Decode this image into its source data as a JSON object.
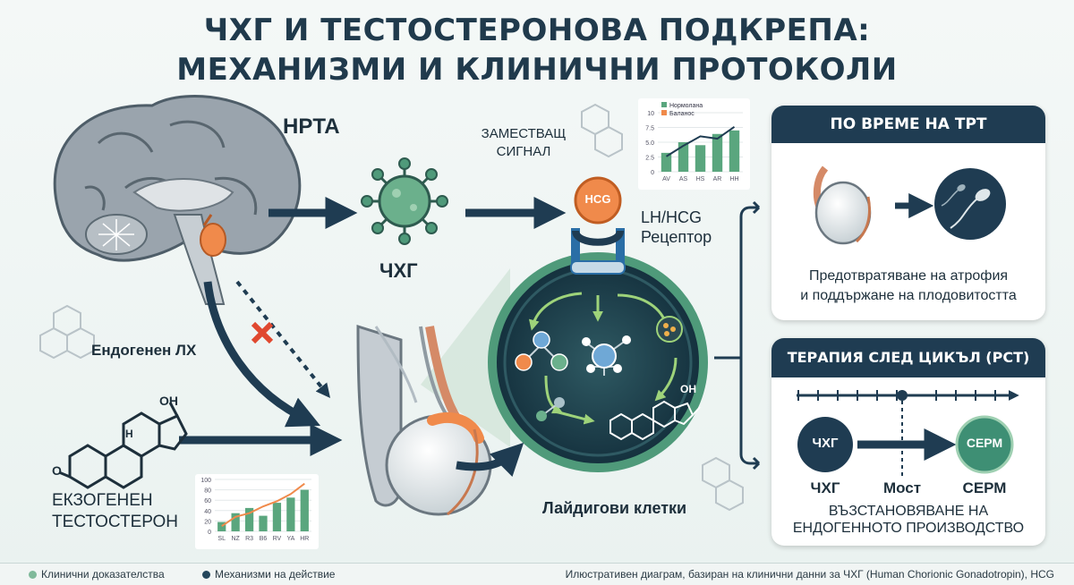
{
  "title_line1": "ЧХГ И ТЕСТОСТЕРОНОВА ПОДКРЕПА:",
  "title_line2": "МЕХАНИЗМИ И КЛИНИЧНИ ПРОТОКОЛИ",
  "labels": {
    "hpta": "HPTA",
    "hcg_virus": "ЧХГ",
    "substitute_signal_line1": "ЗАМЕСТВАЩ",
    "substitute_signal_line2": "СИГНАЛ",
    "hcg_ball": "HCG",
    "receptor_line1": "LH/HCG",
    "receptor_line2": "Рецептор",
    "endogenous_lh": "Ендогенен ЛХ",
    "exogenous_line1": "ЕКЗОГЕНЕН",
    "exogenous_line2": "ТЕСТОСТЕРОН",
    "leydig": "Лайдигови клетки",
    "oh_left": "OH",
    "oh_cell": "OH",
    "h": "H",
    "o": "O"
  },
  "card_trt": {
    "header": "ПО ВРЕМЕ НА ТРТ",
    "line1": "Предотвратяване на атрофия",
    "line2": "и поддържане на плодовитостта"
  },
  "card_pct": {
    "header": "ТЕРАПИЯ СЛЕД ЦИКЪЛ (PCT)",
    "hcg_circle": "ЧХГ",
    "serm_circle": "СЕРМ",
    "bottom_hcg": "ЧХГ",
    "bottom_bridge": "Мост",
    "bottom_serm": "СЕРМ",
    "restore_line1": "ВЪЗСТАНОВЯВАНЕ НА",
    "restore_line2": "ЕНДОГЕННОТО ПРОИЗВОДСТВО"
  },
  "footer": {
    "legend_clinical": "Клинични доказателства",
    "legend_mechanisms": "Механизми на действие",
    "note": "Илюстративен диаграм, базиран на клинични данни за ЧХГ (Human Chorionic Gonadotropin), HCG"
  },
  "colors": {
    "navy": "#1f3c52",
    "teal": "#3e8f74",
    "orange": "#f08a4b",
    "legend_green": "#7fb99a",
    "legend_navy": "#24475c"
  },
  "chart_data": [
    {
      "type": "bar",
      "legend": [
        "Нормолана",
        "Баланос"
      ],
      "categories": [
        "AV",
        "AS",
        "HS",
        "AR",
        "HH"
      ],
      "values": [
        3.2,
        5.0,
        4.5,
        6.4,
        7.0
      ],
      "line_values": [
        2.6,
        4.4,
        6.0,
        5.6,
        7.6
      ],
      "yticks": [
        "10",
        "7.5",
        "5.0",
        "2.5",
        "0"
      ],
      "ylim": [
        0,
        10
      ]
    },
    {
      "type": "bar",
      "categories": [
        "SL",
        "NZ",
        "R3",
        "B6",
        "RV",
        "YA",
        "HR"
      ],
      "values": [
        18,
        35,
        45,
        30,
        55,
        65,
        80
      ],
      "line_values": [
        10,
        28,
        35,
        48,
        58,
        72,
        92
      ],
      "yticks": [
        "100",
        "80",
        "60",
        "40",
        "20",
        "0"
      ],
      "ylim": [
        0,
        100
      ]
    }
  ]
}
